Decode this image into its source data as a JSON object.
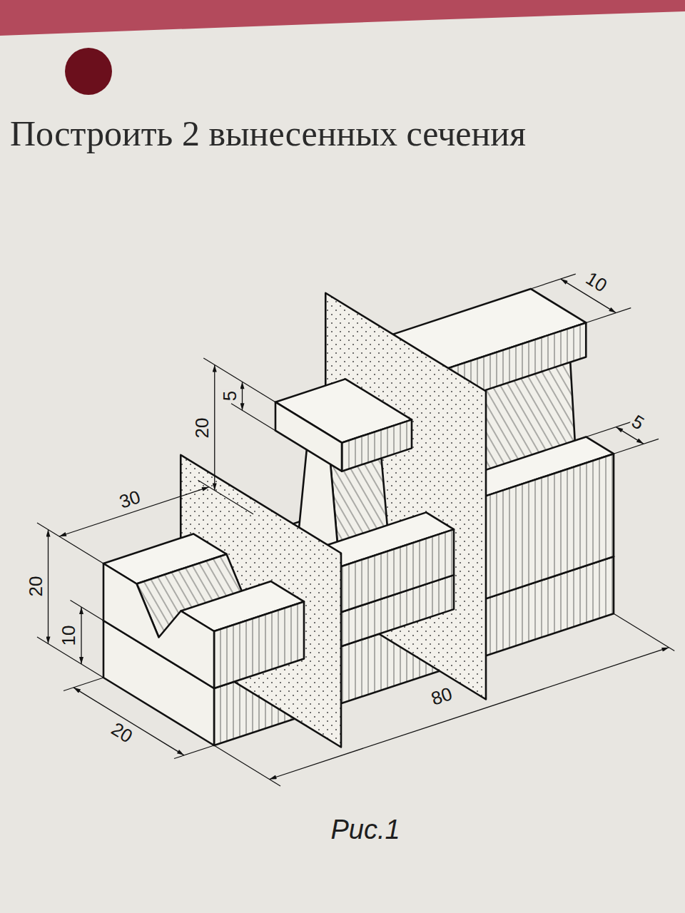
{
  "diagram": {
    "title": "Построить 2 вынесенных сечения",
    "caption": "Рис.1",
    "labels": [
      "10",
      "20",
      "5",
      "5",
      "30",
      "20",
      "10",
      "80",
      "20"
    ]
  }
}
